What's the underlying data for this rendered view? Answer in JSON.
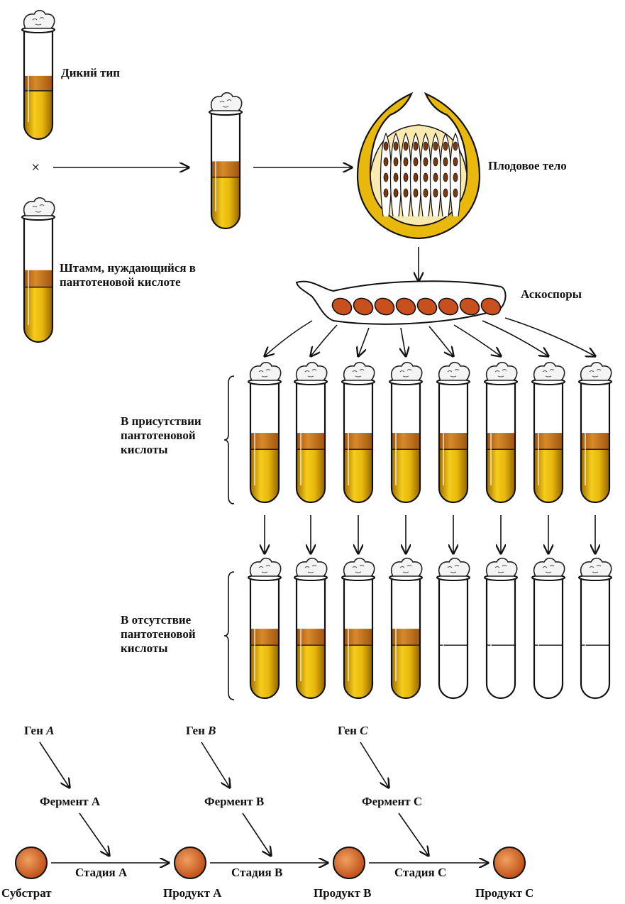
{
  "labels": {
    "wild_type": "Дикий тип",
    "cross": "×",
    "mutant_strain": "Штамм, нуждающийся в пантотеновой кислоте",
    "fruiting_body": "Плодовое тело",
    "ascospores": "Аскоспоры",
    "with_pantothenic": "В присутствии пантотеновой кислоты",
    "without_pantothenic": "В отсутствие пантотеновой кислоты"
  },
  "pathway": {
    "genes": [
      {
        "prefix": "Ген ",
        "letter": "A"
      },
      {
        "prefix": "Ген ",
        "letter": "B"
      },
      {
        "prefix": "Ген ",
        "letter": "C"
      }
    ],
    "enzymes": [
      "Фермент А",
      "Фермент В",
      "Фермент С"
    ],
    "stages": [
      "Стадия А",
      "Стадия В",
      "Стадия С"
    ],
    "compounds": [
      "Субстрат",
      "Продукт А",
      "Продукт В",
      "Продукт С"
    ]
  },
  "tubes": {
    "with_growth": [
      true,
      true,
      true,
      true,
      true,
      true,
      true,
      true
    ],
    "without_growth": [
      true,
      true,
      true,
      true,
      false,
      false,
      false,
      false
    ]
  },
  "colors": {
    "medium": "#e8b80c",
    "medium_dark": "#b88600",
    "growth": "#c86a2a",
    "spore": "#c8501e",
    "compound": "#d2692c"
  }
}
